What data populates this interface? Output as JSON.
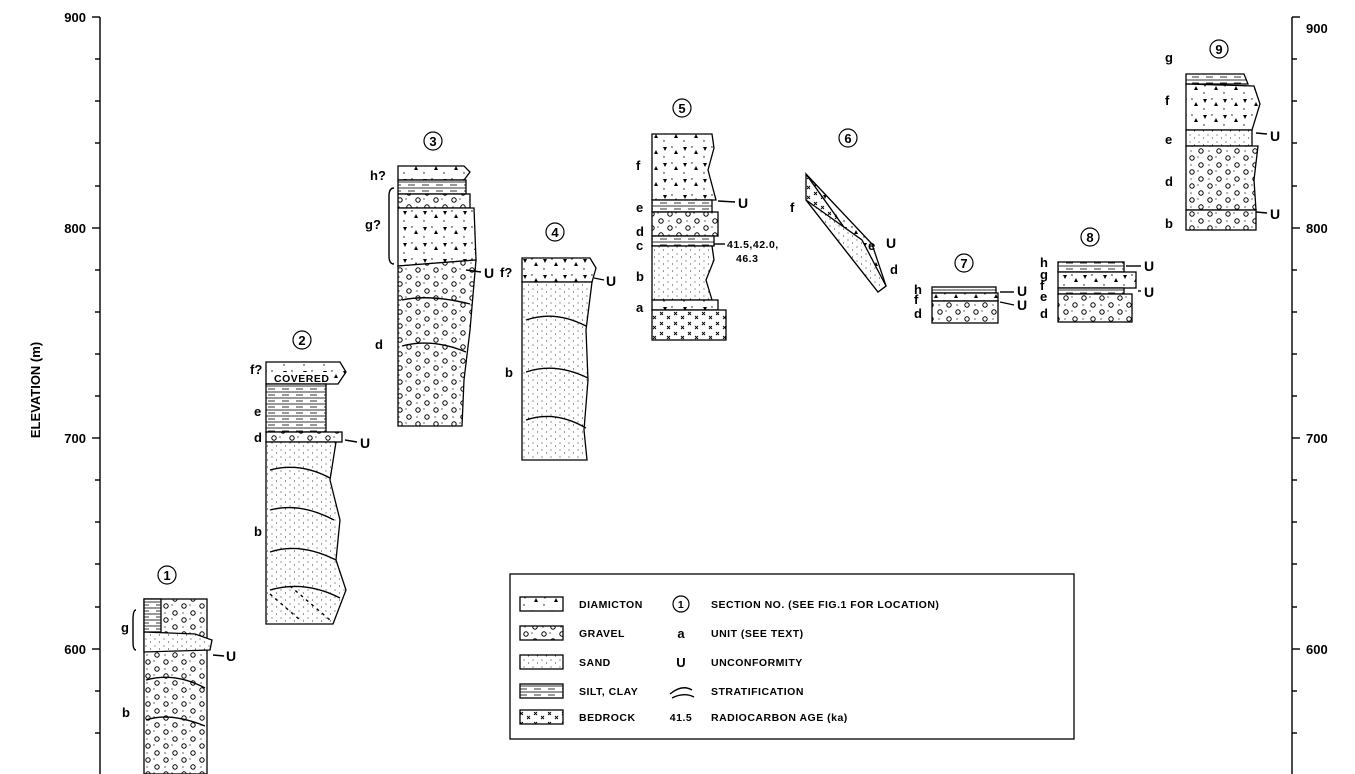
{
  "y_axis": {
    "label": "ELEVATION (m)",
    "ticks": [
      "900",
      "800",
      "700",
      "600"
    ]
  },
  "sections": [
    {
      "number": "1",
      "units": [
        "g",
        "b"
      ],
      "unconformities": [
        "U"
      ]
    },
    {
      "number": "2",
      "units": [
        "f?",
        "e",
        "d",
        "b"
      ],
      "unconformities": [
        "U"
      ],
      "note": "COVERED"
    },
    {
      "number": "3",
      "units": [
        "h?",
        "g?",
        "d"
      ],
      "unconformities": [
        "U"
      ]
    },
    {
      "number": "4",
      "units": [
        "f?",
        "b"
      ],
      "unconformities": [
        "U"
      ]
    },
    {
      "number": "5",
      "units": [
        "f",
        "e",
        "d",
        "c",
        "b",
        "a"
      ],
      "unconformities": [
        "U"
      ],
      "age_label": "41.5,42.0,",
      "age_label2": "46.3"
    },
    {
      "number": "6",
      "units": [
        "f",
        "e",
        "d"
      ],
      "unconformities": [
        "U"
      ]
    },
    {
      "number": "7",
      "units": [
        "h",
        "f",
        "d"
      ],
      "unconformities": [
        "U",
        "U"
      ]
    },
    {
      "number": "8",
      "units": [
        "h",
        "g",
        "f",
        "e",
        "d"
      ],
      "unconformities": [
        "U",
        "U"
      ]
    },
    {
      "number": "9",
      "units": [
        "g",
        "f",
        "e",
        "d",
        "b"
      ],
      "unconformities": [
        "U",
        "U"
      ]
    }
  ],
  "legend": {
    "materials": [
      "DIAMICTON",
      "GRAVEL",
      "SAND",
      "SILT, CLAY",
      "BEDROCK"
    ],
    "symbols": [
      {
        "symbol": "1",
        "text": "SECTION NO. (SEE FIG.1 FOR LOCATION)"
      },
      {
        "symbol": "a",
        "text": "UNIT (SEE TEXT)"
      },
      {
        "symbol": "U",
        "text": "UNCONFORMITY"
      },
      {
        "symbol": "",
        "text": "STRATIFICATION"
      },
      {
        "symbol": "41.5",
        "text": "RADIOCARBON AGE (ka)"
      }
    ]
  }
}
